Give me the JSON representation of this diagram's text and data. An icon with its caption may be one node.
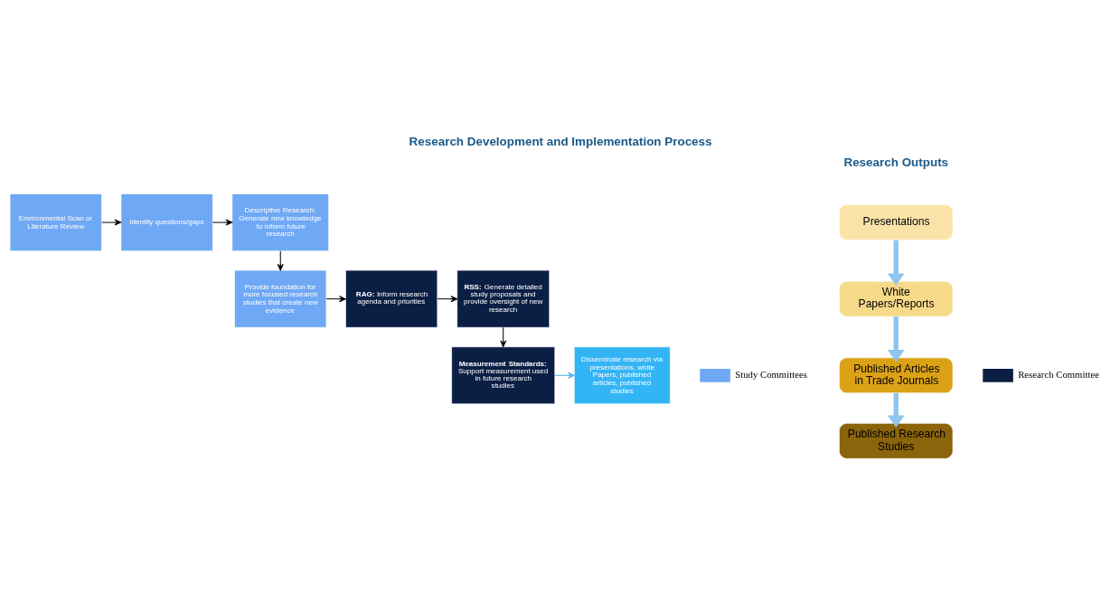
{
  "diagram": {
    "title": "Research Development and Implementation Process",
    "nodes": [
      {
        "text": [
          "Environmental Scan or LIterature Review"
        ]
      },
      {
        "text": [
          "Identify questions/gaps"
        ]
      },
      {
        "text": [
          "Descriptive Research: Generate new knowledge to inform future research"
        ]
      },
      {
        "text": [
          "Provide foundation for more focused research studies that create new evidence"
        ]
      },
      {
        "text": [
          "**RAG:** Inform research agenda and priorities"
        ]
      },
      {
        "text": [
          "**RSS:** Generate detailed study proposals and provide oversight of new research"
        ]
      },
      {
        "text": [
          "**Measurement Standards:** Support measurement used in future research studies"
        ]
      },
      {
        "text": [
          "Disseminate research via presentations, white Papers, published articles, published studies"
        ]
      },
      {
        "text": [
          "Presentations"
        ]
      },
      {
        "text": [
          "White Papers/Reports"
        ]
      },
      {
        "text": [
          "Published Articles in Trade Journals"
        ]
      },
      {
        "text": [
          "Published Research Studies"
        ]
      }
    ],
    "edges": [
      {
        "from": 0,
        "to": 1,
        "arrow": "to"
      },
      {
        "from": 1,
        "to": 2,
        "arrow": "to"
      },
      {
        "from": 2,
        "to": 3,
        "arrow": "to"
      },
      {
        "from": 3,
        "to": 4,
        "arrow": "to"
      },
      {
        "from": 4,
        "to": 5,
        "arrow": "to"
      },
      {
        "from": 5,
        "to": 6,
        "arrow": "to"
      },
      {
        "from": 6,
        "to": 7,
        "arrow": "to",
        "color": "#4fb3f0"
      },
      {
        "from": 8,
        "to": 9,
        "arrow": "to",
        "style": "thick",
        "color": "#8ec5ee"
      },
      {
        "from": 9,
        "to": 10,
        "arrow": "to",
        "style": "thick",
        "color": "#8ec5ee"
      },
      {
        "from": 10,
        "to": 11,
        "arrow": "to",
        "style": "thick",
        "color": "#8ec5ee"
      }
    ],
    "labels": [
      "Research Outputs"
    ],
    "legend": [
      {
        "text": "Study Committees",
        "color": "#6fa8f5"
      },
      {
        "text": "Research Committee",
        "color": "#0b1f44"
      }
    ]
  }
}
